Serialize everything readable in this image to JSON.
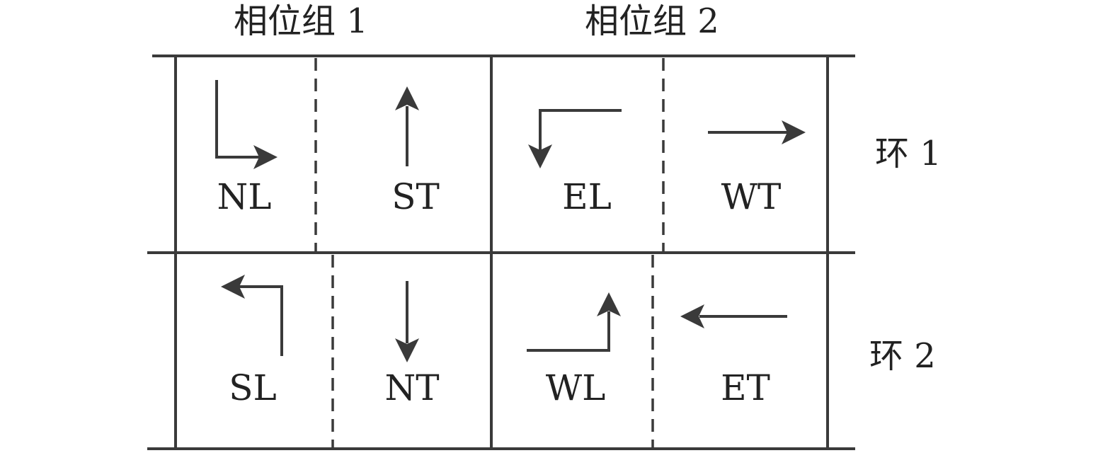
{
  "phase_groups": [
    {
      "label": "相位组 1"
    },
    {
      "label": "相位组 2"
    }
  ],
  "rings": [
    {
      "label": "环 1",
      "movements": [
        {
          "label": "NL",
          "icon": "right-turn-arrow-icon"
        },
        {
          "label": "ST",
          "icon": "up-arrow-icon"
        },
        {
          "label": "EL",
          "icon": "left-down-turn-arrow-icon"
        },
        {
          "label": "WT",
          "icon": "right-arrow-icon"
        }
      ]
    },
    {
      "label": "环 2",
      "movements": [
        {
          "label": "SL",
          "icon": "up-left-turn-arrow-icon"
        },
        {
          "label": "NT",
          "icon": "down-arrow-icon"
        },
        {
          "label": "WL",
          "icon": "right-up-turn-arrow-icon"
        },
        {
          "label": "ET",
          "icon": "left-arrow-icon"
        }
      ]
    }
  ],
  "colors": {
    "line": "#3a3a3a",
    "text": "#222222",
    "background": "#ffffff"
  }
}
